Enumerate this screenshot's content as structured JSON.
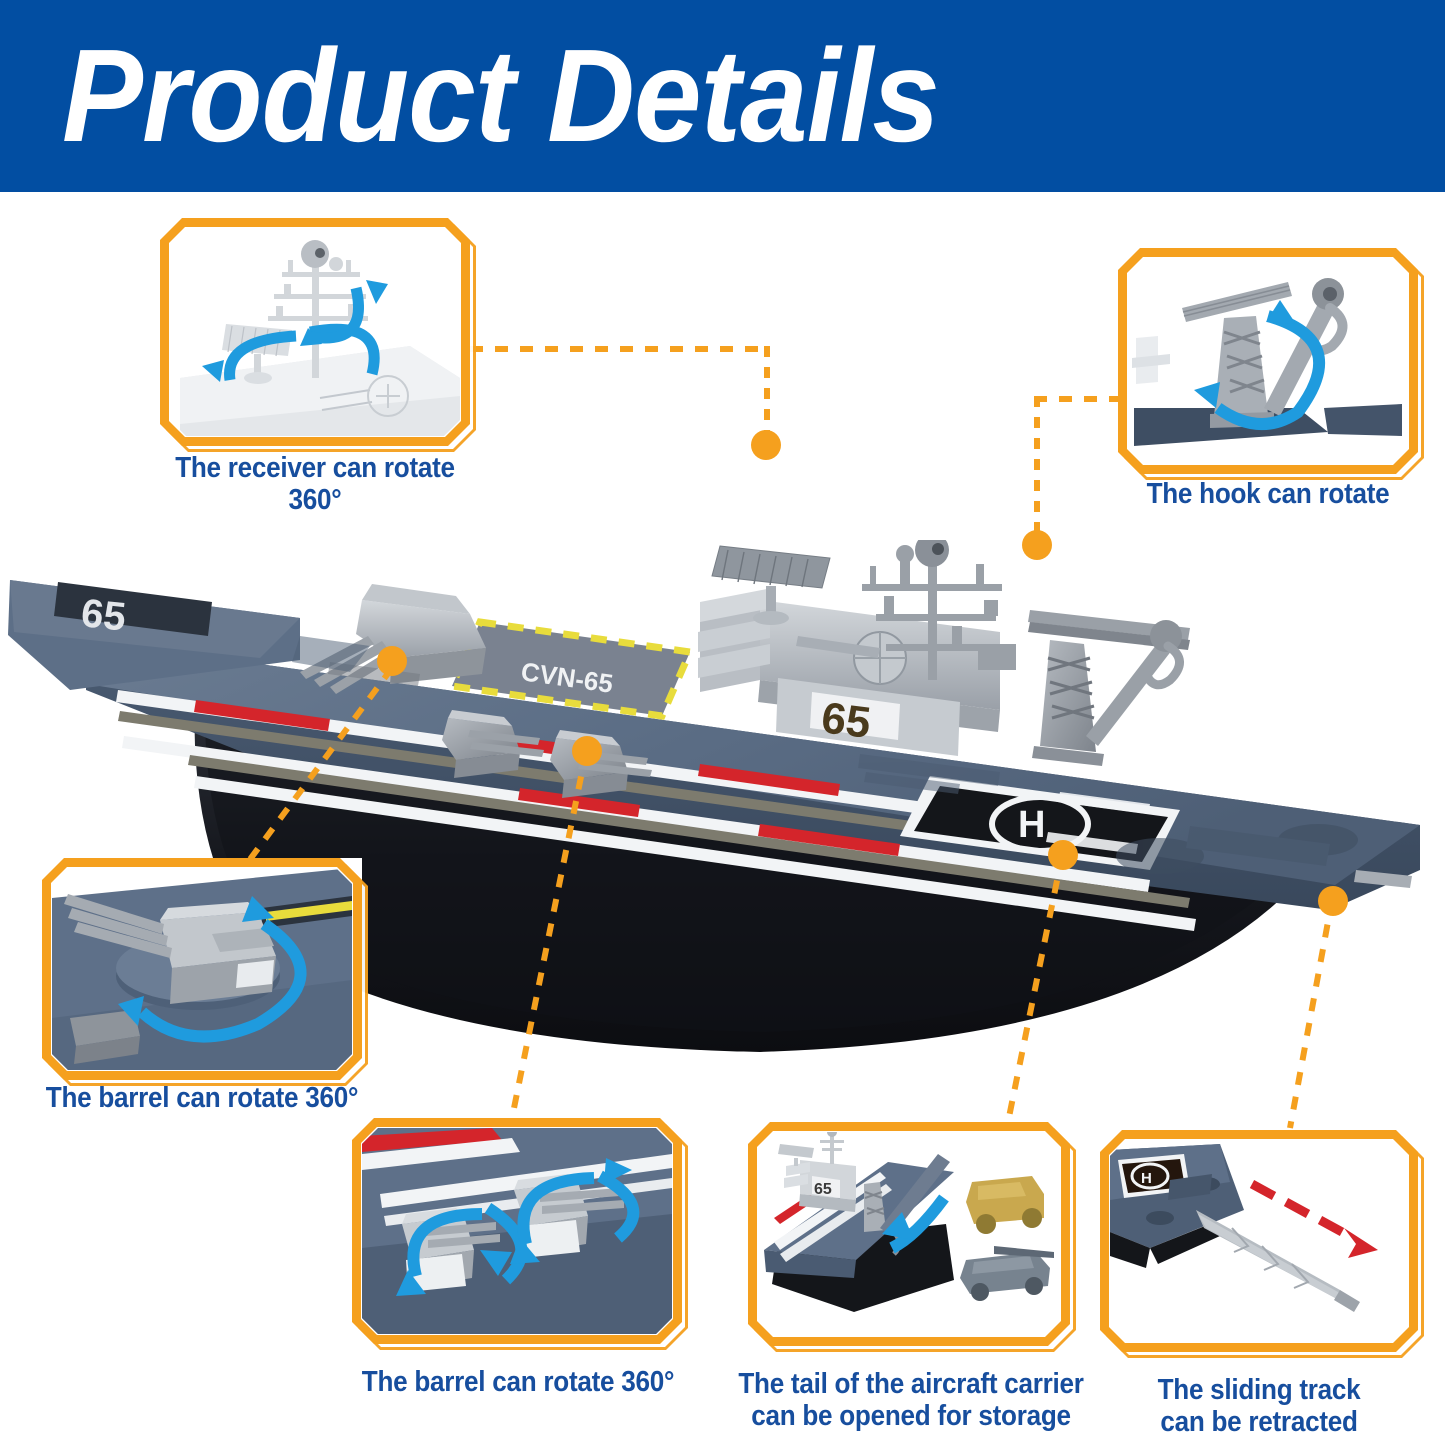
{
  "header": {
    "title": "Product Details",
    "background_color": "#024EA2",
    "text_color": "#FFFFFF"
  },
  "theme": {
    "callout_border": "#F5A01E",
    "caption_color": "#174E9E",
    "arrow_color": "#1F9BDE",
    "red_arrow_color": "#D4252B",
    "deck_color": "#5E7089",
    "hull_color": "#15171D",
    "part_gray": "#A9AEB4"
  },
  "product": {
    "type": "toy-aircraft-carrier",
    "hull_number": "65",
    "deck_marking": "CVN-65",
    "island_marking": "65",
    "bow_marking": "65",
    "helipad_marking": "H"
  },
  "callouts": [
    {
      "id": "receiver",
      "caption": "The receiver can rotate 360°",
      "caption_lines": [
        "The receiver can rotate 360°"
      ],
      "detail": "radar-receiver-dish-and-mast",
      "arrow_type": "rotation-double-curved-blue",
      "position": "top-left"
    },
    {
      "id": "hook",
      "caption": "The hook can rotate",
      "caption_lines": [
        "The hook can rotate"
      ],
      "detail": "crane-hook-and-lattice-tower",
      "arrow_type": "rotation-curved-blue",
      "position": "top-right"
    },
    {
      "id": "barrel-main",
      "caption": "The barrel can rotate 360°",
      "caption_lines": [
        "The barrel can rotate 360°"
      ],
      "detail": "triple-barrel-turret",
      "arrow_type": "rotation-double-curved-blue",
      "position": "left-middle"
    },
    {
      "id": "barrel-small",
      "caption": "The barrel can rotate 360°",
      "caption_lines": [
        "The barrel can rotate 360°"
      ],
      "detail": "two-small-deck-turrets",
      "arrow_type": "rotation-double-curved-blue",
      "position": "bottom-left"
    },
    {
      "id": "tail-storage",
      "caption": "The tail of the aircraft carrier can be opened for storage",
      "caption_lines": [
        "The tail of the aircraft carrier",
        "can be opened for storage"
      ],
      "detail": "open-stern-storage-bay-with-vehicles",
      "arrow_type": "curved-blue-down",
      "position": "bottom-center"
    },
    {
      "id": "sliding-track",
      "caption": "The sliding track can be retracted",
      "caption_lines": [
        "The sliding track",
        "can be retracted"
      ],
      "detail": "extended-sliding-ramp-track",
      "arrow_type": "dashed-red-straight",
      "position": "bottom-right"
    }
  ]
}
